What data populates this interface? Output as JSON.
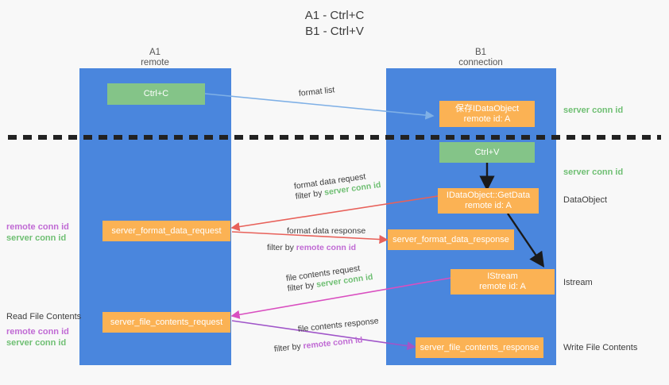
{
  "title": {
    "line1": "A1 - Ctrl+C",
    "line2": "B1 - Ctrl+V"
  },
  "columns": [
    {
      "name": "A1",
      "sub": "remote"
    },
    {
      "name": "B1",
      "sub": "connection"
    }
  ],
  "nodes": {
    "ctrl_c": "Ctrl+C",
    "ctrl_v": "Ctrl+V",
    "save_idataobject_l1": "保存IDataObject",
    "save_idataobject_l2": "remote id: A",
    "getdata_l1": "IDataObject::GetData",
    "getdata_l2": "remote id: A",
    "istream_l1": "IStream",
    "istream_l2": "remote id: A",
    "server_format_data_request": "server_format_data_request",
    "server_format_data_response": "server_format_data_response",
    "server_file_contents_request": "server_file_contents_request",
    "server_file_contents_response": "server_file_contents_response"
  },
  "edges": {
    "format_list": "format list",
    "format_data_request": "format data request",
    "format_data_request_filter_prefix": "filter by ",
    "format_data_request_filter_value": "server conn id",
    "format_data_response": "format data response",
    "format_data_response_filter_prefix": "filter by ",
    "format_data_response_filter_value": "remote conn id",
    "file_contents_request": "file contents request",
    "file_contents_request_filter_prefix": "filter by ",
    "file_contents_request_filter_value": "server conn id",
    "file_contents_response": "file contents response",
    "file_contents_response_filter_prefix": "filter by ",
    "file_contents_response_filter_value": "remote conn id"
  },
  "right_labels": {
    "server_conn_id_top": "server conn id",
    "server_conn_id_mid": "server conn id",
    "dataobject": "DataObject",
    "istream": "Istream",
    "write_file_contents": "Write File Contents"
  },
  "left_labels": {
    "remote_conn_id_1": "remote conn id",
    "server_conn_id_1": "server conn id",
    "read_file_contents": "Read File Contents",
    "remote_conn_id_2": "remote conn id",
    "server_conn_id_2": "server conn id"
  },
  "colors": {
    "lane": "#4a86dd",
    "green_node": "#84c488",
    "orange_node": "#fbb254",
    "green_text": "#6fbf73",
    "purple_text": "#c06ad4",
    "red_arrow": "#e8615a",
    "blue_arrow": "#7fb0e6",
    "magenta_arrow": "#d94fc0",
    "purple_arrow": "#a055c9",
    "black_arrow": "#1a1a1a"
  }
}
